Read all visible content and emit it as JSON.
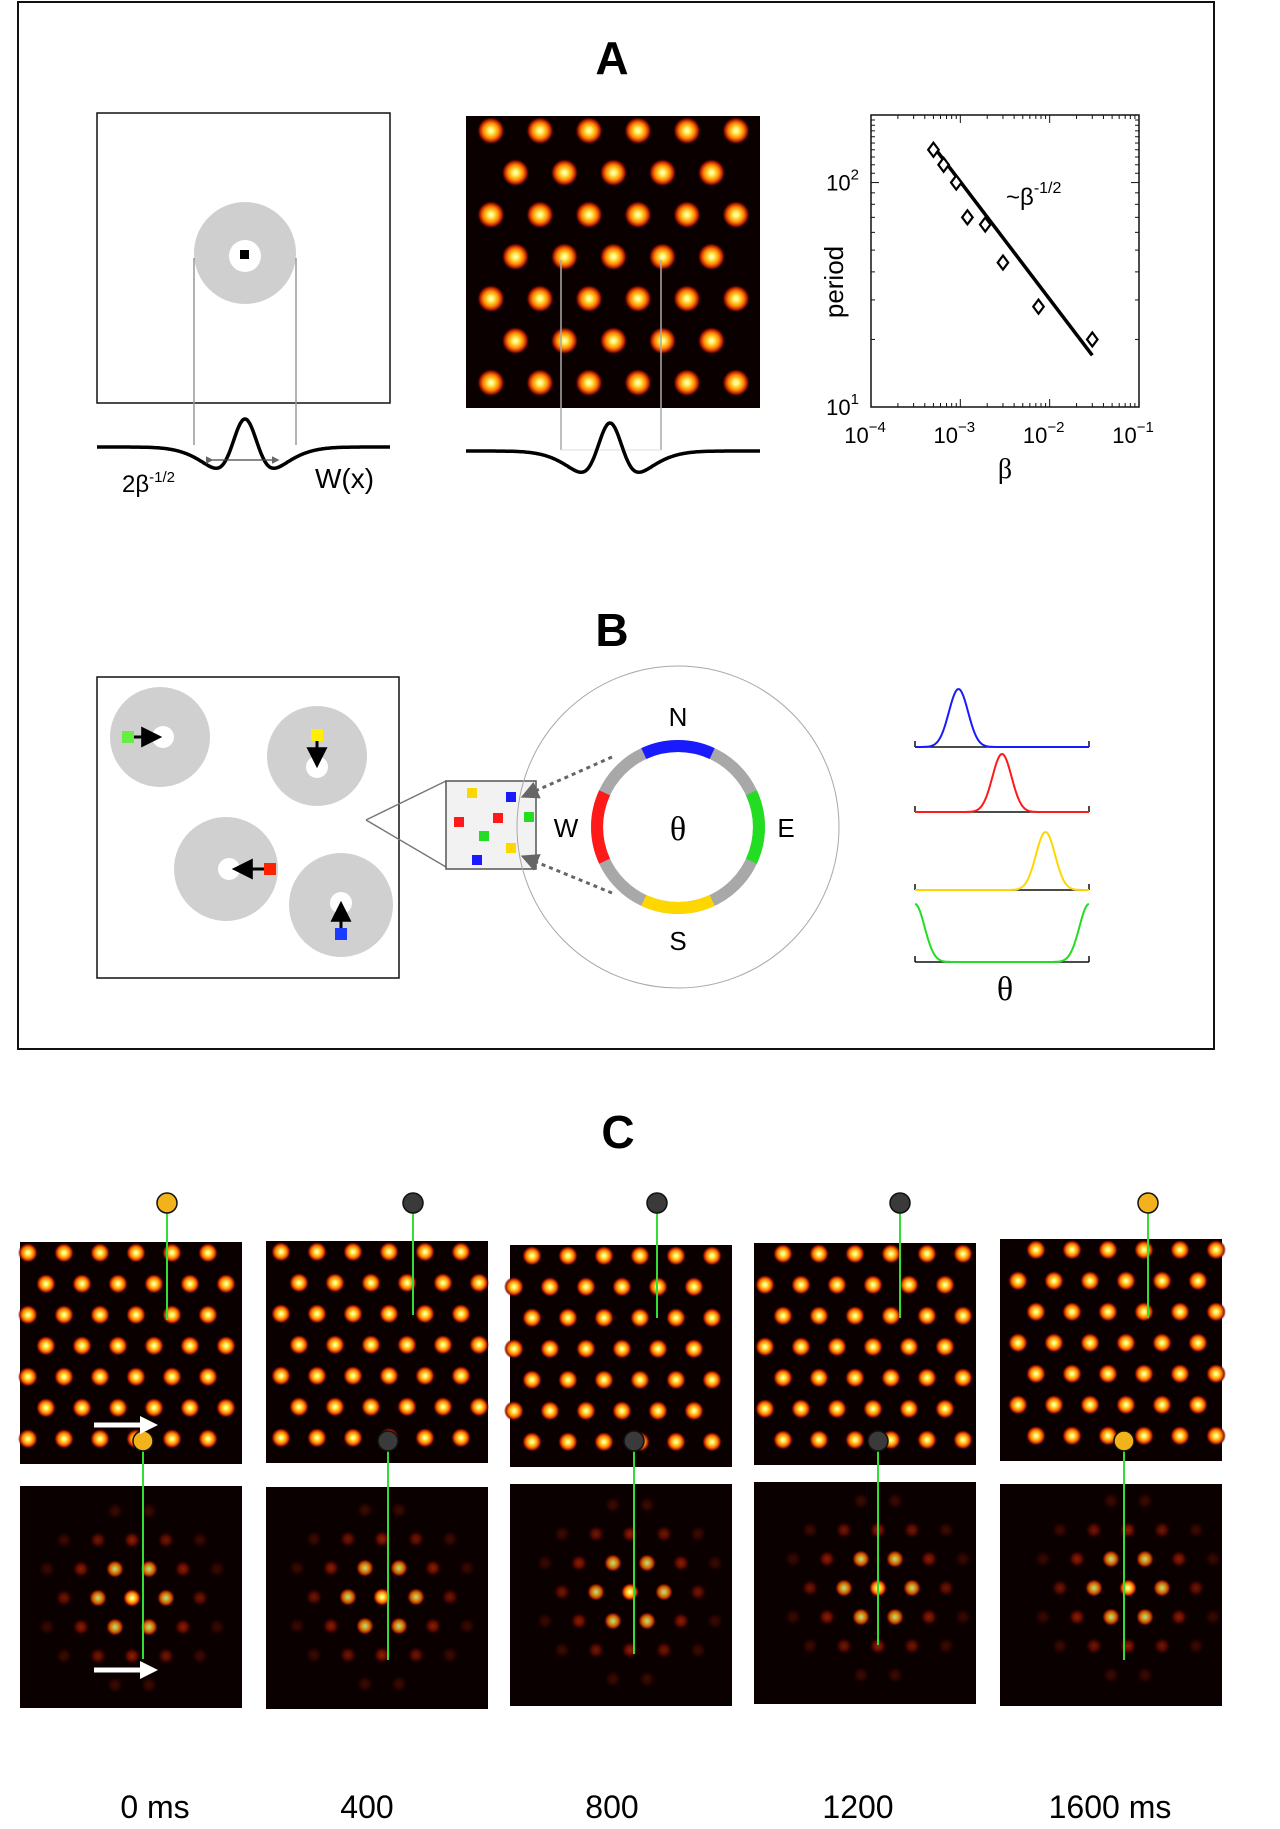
{
  "panel_a": {
    "label": "A",
    "kernel_width_label": "2β",
    "kernel_width_exp": "-1/2",
    "kernel_name_label": "W(x)",
    "chart_data": {
      "type": "scatter",
      "ylabel": "period",
      "xlabel": "β",
      "xscale": "log",
      "yscale": "log",
      "xlim": [
        0.0001,
        0.1
      ],
      "ylim": [
        10,
        200
      ],
      "xticks": [
        {
          "base": "10",
          "exp": "−4"
        },
        {
          "base": "10",
          "exp": "−3"
        },
        {
          "base": "10",
          "exp": "−2"
        },
        {
          "base": "10",
          "exp": "−1"
        }
      ],
      "yticks": [
        {
          "base": "10",
          "exp": "1"
        },
        {
          "base": "10",
          "exp": "2"
        }
      ],
      "points": [
        {
          "x": 0.0005,
          "y": 140
        },
        {
          "x": 0.00065,
          "y": 120
        },
        {
          "x": 0.0009,
          "y": 100
        },
        {
          "x": 0.0012,
          "y": 70
        },
        {
          "x": 0.0019,
          "y": 65
        },
        {
          "x": 0.003,
          "y": 44
        },
        {
          "x": 0.0075,
          "y": 28
        },
        {
          "x": 0.03,
          "y": 20
        }
      ],
      "fit_line": {
        "x": [
          0.0005,
          0.03
        ],
        "y": [
          145,
          17
        ]
      },
      "annotation": {
        "prefix": "~β",
        "exp": "-1/2"
      }
    }
  },
  "panel_b": {
    "label": "B",
    "compass": {
      "north": "N",
      "south": "S",
      "east": "E",
      "west": "W"
    },
    "theta": "θ",
    "tuning_axis_label": "θ",
    "colors": {
      "blue": "#1a1aff",
      "red": "#ff1a1a",
      "yellow": "#ffd700",
      "green": "#22dd22",
      "gray": "#d0d0d0",
      "ring_gray": "#a8a8a8"
    }
  },
  "panel_c": {
    "label": "C",
    "time_labels": [
      "0 ms",
      "400",
      "800",
      "1200",
      "1600 ms"
    ],
    "top_row_indicator_colors": [
      "#f2b21b",
      "#3a3a3a",
      "#3a3a3a",
      "#3a3a3a",
      "#f2b21b"
    ],
    "bottom_row_indicator_colors": [
      "#f2b21b",
      "#3a3a3a",
      "#3a3a3a",
      "#3a3a3a",
      "#f2b21b"
    ]
  }
}
